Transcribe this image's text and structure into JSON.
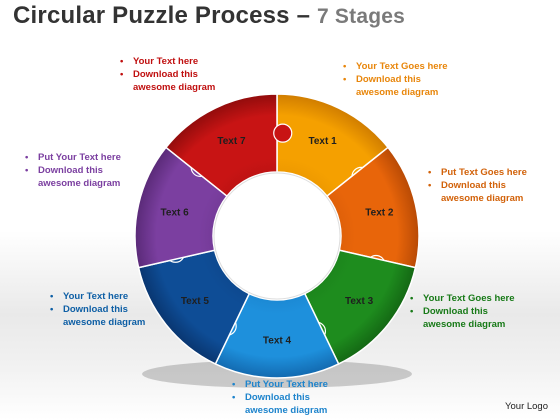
{
  "title": {
    "main": "Circular Puzzle Process – ",
    "accent": "7 Stages"
  },
  "stages": [
    {
      "label": "Text 1",
      "color": "#f5a000",
      "dark": "#d07d00"
    },
    {
      "label": "Text 2",
      "color": "#e8650a",
      "dark": "#b84a05"
    },
    {
      "label": "Text 3",
      "color": "#1e8c1e",
      "dark": "#146814"
    },
    {
      "label": "Text 4",
      "color": "#1e90dc",
      "dark": "#136ab0"
    },
    {
      "label": "Text 5",
      "color": "#0e4d96",
      "dark": "#093670"
    },
    {
      "label": "Text 6",
      "color": "#7b3fa0",
      "dark": "#5a2a78"
    },
    {
      "label": "Text 7",
      "color": "#c81414",
      "dark": "#920c0c"
    }
  ],
  "notes": {
    "n1": {
      "color": "#e8860b",
      "l1": "Your Text Goes here",
      "l2a": "Download this",
      "l2b": "awesome diagram"
    },
    "n2": {
      "color": "#d2620a",
      "l1": "Put Text Goes here",
      "l2a": "Download this",
      "l2b": "awesome diagram"
    },
    "n3": {
      "color": "#187a18",
      "l1": "Your Text Goes here",
      "l2a": "Download this",
      "l2b": "awesome diagram"
    },
    "n4": {
      "color": "#1e84cc",
      "l1": "Put Your Text  here",
      "l2a": "Download this",
      "l2b": "awesome diagram"
    },
    "n5": {
      "color": "#0e5fa5",
      "l1": "Your Text  here",
      "l2a": "Download this",
      "l2b": "awesome diagram"
    },
    "n6": {
      "color": "#7b3fa0",
      "l1": "Put Your Text  here",
      "l2a": "Download this",
      "l2b": "awesome diagram"
    },
    "n7": {
      "color": "#c01010",
      "l1": "Your Text  here",
      "l2a": "Download this",
      "l2b": "awesome diagram"
    }
  },
  "logo": "Your Logo"
}
